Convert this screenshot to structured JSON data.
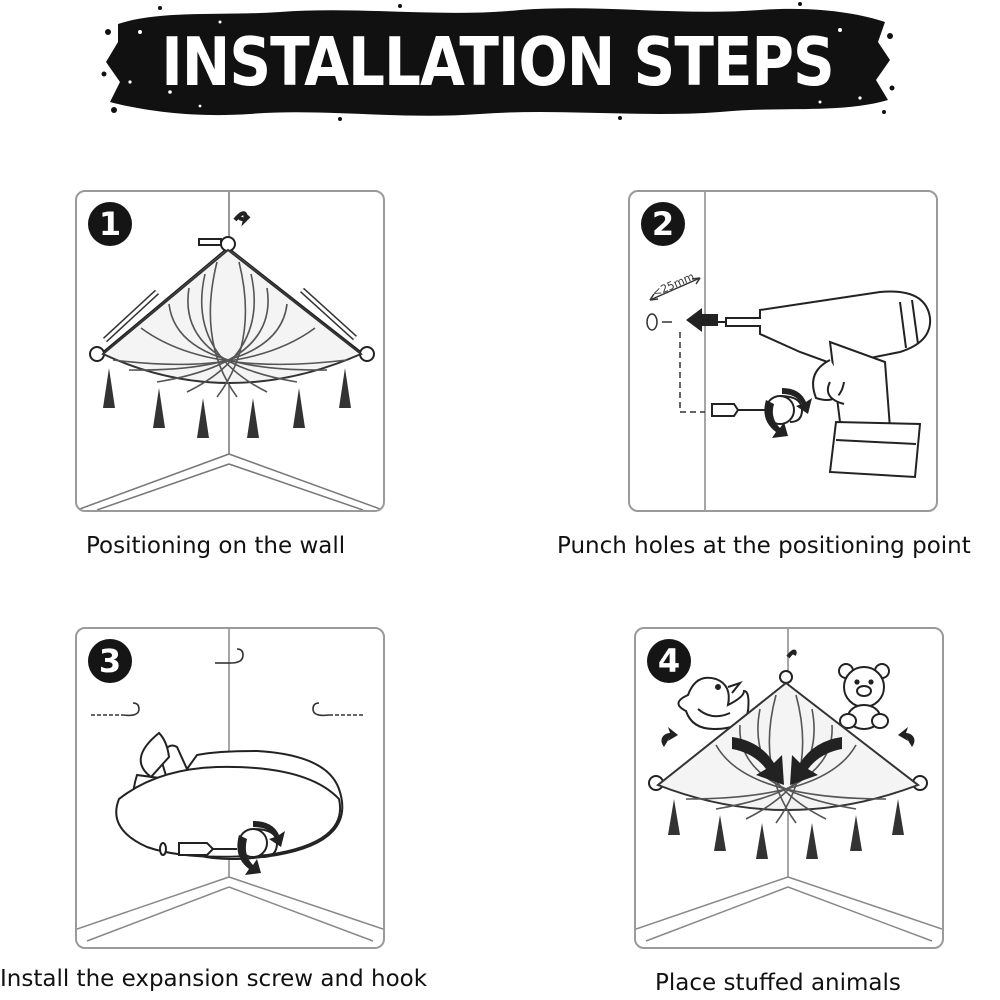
{
  "banner": {
    "title": "INSTALLATION STEPS"
  },
  "steps": [
    {
      "number": "1",
      "caption": "Positioning on the wall"
    },
    {
      "number": "2",
      "caption": "Punch holes at the positioning point",
      "measurement": "<25mm"
    },
    {
      "number": "3",
      "caption": "Install the expansion screw and hook"
    },
    {
      "number": "4",
      "caption": "Place stuffed animals"
    }
  ]
}
